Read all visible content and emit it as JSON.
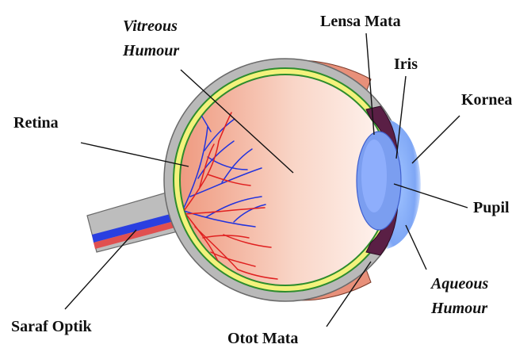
{
  "colors": {
    "sclera": "#b9b9b9",
    "sclera_stroke": "#6a6a6a",
    "choroid": "#f2f27a",
    "retina": "#2d8c2d",
    "vitreous_light": "#fff4f0",
    "vitreous_dark": "#ef9a80",
    "muscle": "#e8907a",
    "cornea": "#8fb4ff",
    "lens": "#6f8fe8",
    "iris": "#5a1f45",
    "vein": "#2233dd",
    "artery": "#e02020"
  },
  "labels": {
    "vitreous_line1": "Vitreous",
    "vitreous_line2": "Humour",
    "lensa_mata": "Lensa Mata",
    "iris": "Iris",
    "kornea": "Kornea",
    "retina": "Retina",
    "pupil": "Pupil",
    "aqueous_line1": "Aqueous",
    "aqueous_line2": "Humour",
    "saraf_optik": "Saraf Optik",
    "otot_mata": "Otot Mata"
  }
}
